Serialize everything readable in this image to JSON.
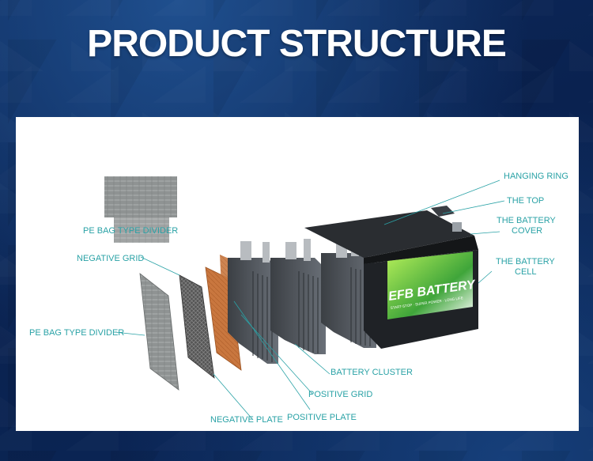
{
  "title": "PRODUCT STRUCTURE",
  "colors": {
    "accent": "#2aa2a6",
    "background": "#0b2656",
    "panel": "#ffffff"
  },
  "labels": {
    "pe_bag_type_divider_top": "PE BAG TYPE DIVIDER",
    "negative_grid": "NEGATIVE GRID",
    "pe_bag_type_divider_left": "PE BAG TYPE DIVIDER",
    "negative_plate": "NEGATIVE PLATE",
    "positive_plate": "POSITIVE PLATE",
    "positive_grid": "POSITIVE GRID",
    "battery_cluster": "BATTERY CLUSTER",
    "hanging_ring": "HANGING RING",
    "the_top": "THE TOP",
    "the_battery_cover_1": "THE BATTERY",
    "the_battery_cover_2": "COVER",
    "the_battery_cell_1": "THE BATTERY",
    "the_battery_cell_2": "CELL"
  },
  "battery_label": {
    "brand": "EFB BATTERY",
    "subtitle": "START-STOP · SUPER POWER · LONG LIFE"
  }
}
